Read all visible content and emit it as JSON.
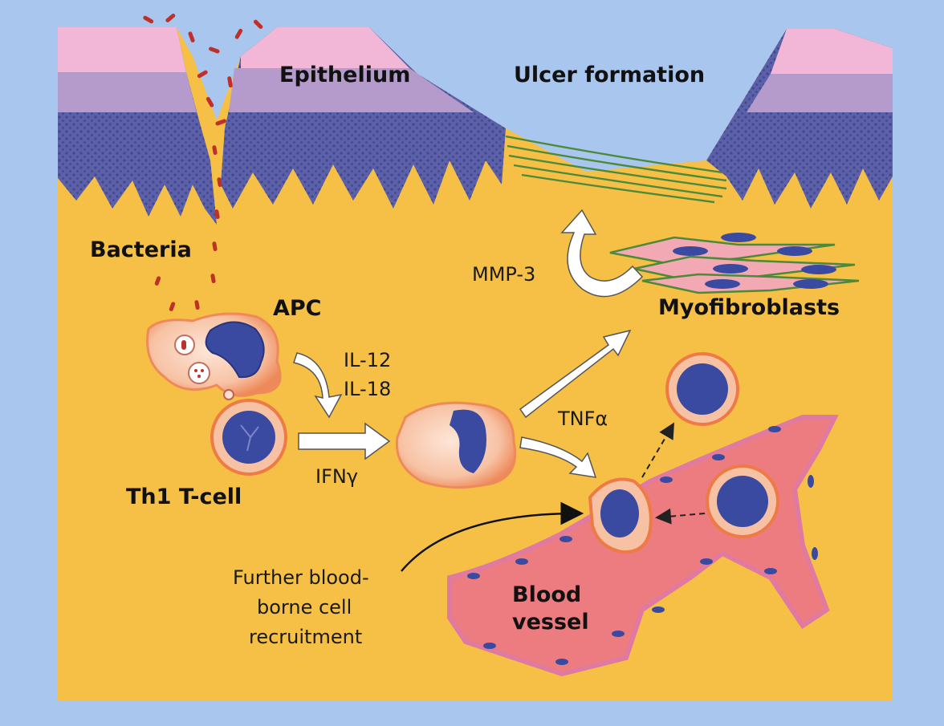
{
  "labels": {
    "epithelium": "Epithelium",
    "ulcer_formation": "Ulcer formation",
    "bacteria": "Bacteria",
    "apc": "APC",
    "th1_tcell": "Th1 T-cell",
    "il12": "IL-12",
    "il18": "IL-18",
    "ifn": "IFNγ",
    "tnf": "TNFα",
    "mmp3": "MMP-3",
    "myofibroblasts": "Myofibroblasts",
    "blood_vessel_line1": "Blood",
    "blood_vessel_line2": "vessel",
    "recruitment_line1": "Further blood-",
    "recruitment_line2": "borne cell",
    "recruitment_line3": "recruitment"
  },
  "colors": {
    "frame_background": "#a9c6ee",
    "tissue": "#f6c046",
    "epithelium_top": "#f2b6d6",
    "epithelium_mid": "#b59acc",
    "epithelium_deep": "#5b60a8",
    "cell_nucleus": "#3a4aa0",
    "cell_membrane": "#f07a45",
    "blood_vessel": "#ec7c80",
    "bacteria": "#c0302a",
    "fibres": "#4c8a3a"
  }
}
